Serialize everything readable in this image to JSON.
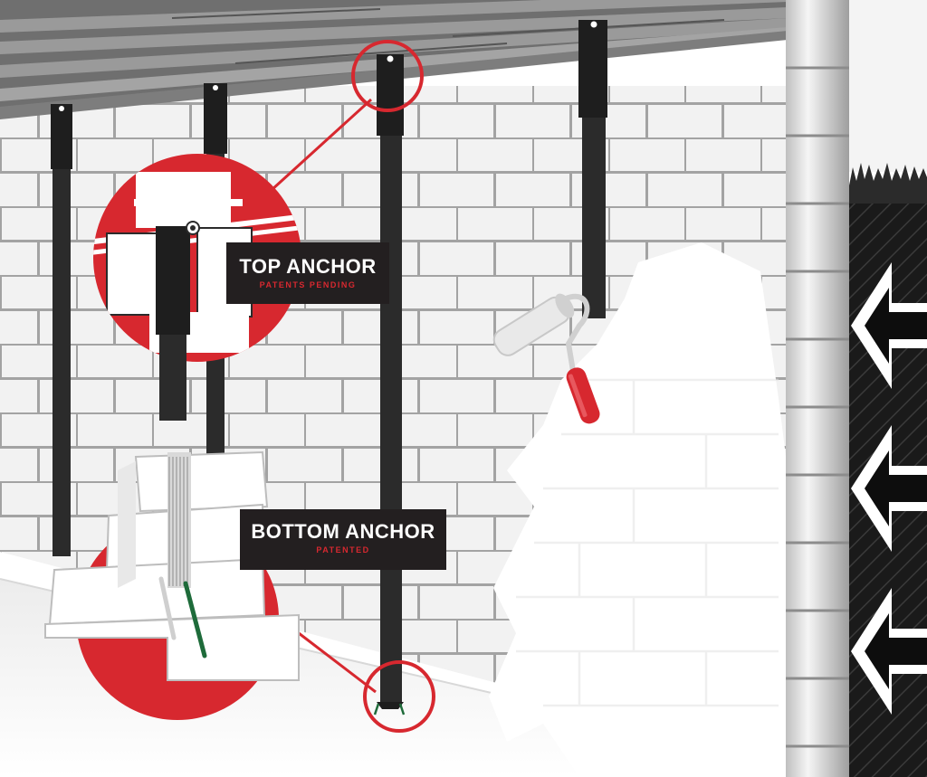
{
  "callouts": {
    "top_anchor": {
      "title": "TOP ANCHOR",
      "subtitle": "PATENTS PENDING"
    },
    "bottom_anchor": {
      "title": "BOTTOM ANCHOR",
      "subtitle": "PATENTED"
    }
  },
  "colors": {
    "accent_red": "#d7282f",
    "anchor_black": "#2b2b2b",
    "label_bg": "#231f20",
    "wall_block": "#f2f2f2",
    "mortar": "#9a9a9a",
    "joist": "#8a8a8a",
    "soil": "#1a1a1a"
  },
  "icons": [
    "paint-roller-icon",
    "pressure-arrow-icon"
  ]
}
